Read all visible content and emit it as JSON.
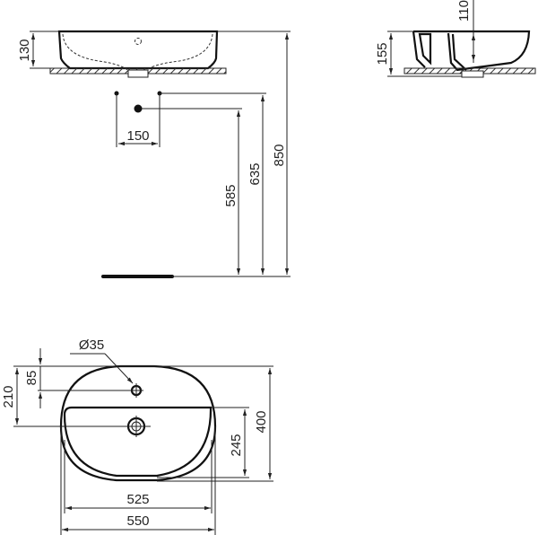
{
  "drawing": {
    "type": "technical dimension drawing",
    "subject": "countertop washbasin",
    "units": "mm",
    "front_view": {
      "basin_height": "130",
      "waste_outlet_spacing": "150",
      "heights": {
        "waste_center": "585",
        "supply_points": "635",
        "counter_top": "850"
      }
    },
    "side_view": {
      "overall_height": "155",
      "bowl_depth": "110"
    },
    "top_view": {
      "tap_hole_diameter": "Ø35",
      "tap_hole_from_back": "85",
      "waste_from_back": "210",
      "bowl_depth_inner": "245",
      "overall_depth": "400",
      "inner_width": "525",
      "overall_width": "550"
    }
  },
  "colors": {
    "line": "#222222",
    "background": "#ffffff"
  }
}
